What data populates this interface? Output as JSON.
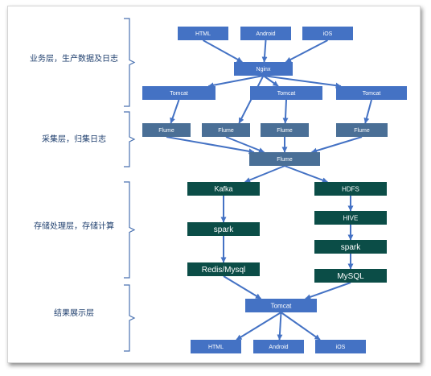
{
  "colors": {
    "blue": "#4472c4",
    "slate": "#4a6f96",
    "teal": "#0b4d47",
    "arrow": "#4472c4",
    "bracket": "#4a72b0",
    "layer_text": "#1f3f6e"
  },
  "layers": [
    {
      "id": "business",
      "label": "业务层，生产数据及日志"
    },
    {
      "id": "collect",
      "label": "采集层，归集日志"
    },
    {
      "id": "storage",
      "label": "存储处理层，存储计算"
    },
    {
      "id": "display",
      "label": "结果展示层"
    }
  ],
  "nodes": {
    "html_top": "HTML",
    "android_top": "Android",
    "ios_top": "iOS",
    "nginx": "Nginx",
    "tomcat_1": "Tomcat",
    "tomcat_2": "Tomcat",
    "tomcat_3": "Tomcat",
    "flume_1": "Flume",
    "flume_2": "Flume",
    "flume_3": "Flume",
    "flume_4": "Flume",
    "flume_agg": "Flume",
    "kafka": "Kafka",
    "spark_left": "spark",
    "redis_mysql": "Redis/Mysql",
    "hdfs": "HDFS",
    "hive": "HIVE",
    "spark_right": "spark",
    "mysql": "MySQL",
    "tomcat_display": "Tomcat",
    "html_bottom": "HTML",
    "android_bottom": "Android",
    "ios_bottom": "iOS"
  }
}
